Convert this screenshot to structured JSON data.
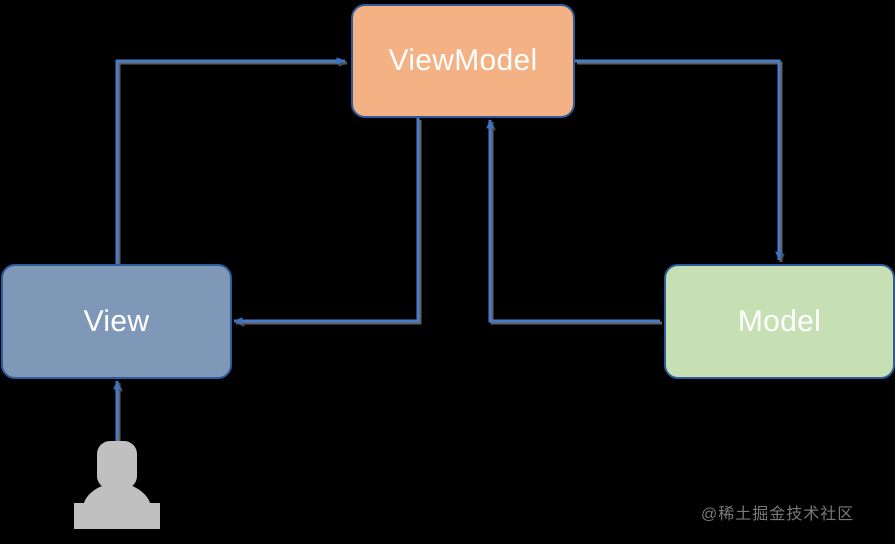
{
  "diagram": {
    "title": "MVVM architecture diagram",
    "background_color": "#000000",
    "edge_color": "#4a7bc8",
    "node_border_color": "#2e5b9e",
    "nodes": [
      {
        "id": "viewmodel",
        "label": "ViewModel",
        "fill_color": "#f4b183",
        "text_color": "#ffffff"
      },
      {
        "id": "view",
        "label": "View",
        "fill_color": "#8098b8",
        "text_color": "#ffffff"
      },
      {
        "id": "model",
        "label": "Model",
        "fill_color": "#c6e0b4",
        "text_color": "#ffffff"
      }
    ],
    "edges": [
      {
        "id": "view-to-viewmodel",
        "from": "view",
        "to": "viewmodel",
        "label": "",
        "arrowhead": "target"
      },
      {
        "id": "viewmodel-to-view",
        "from": "viewmodel",
        "to": "view",
        "label": "",
        "arrowhead": "target"
      },
      {
        "id": "viewmodel-to-model",
        "from": "viewmodel",
        "to": "model",
        "label": "",
        "arrowhead": "target"
      },
      {
        "id": "model-to-viewmodel",
        "from": "model",
        "to": "viewmodel",
        "label": "",
        "arrowhead": "target"
      },
      {
        "id": "user-to-view",
        "from": "user",
        "to": "view",
        "label": "",
        "arrowhead": "target"
      }
    ],
    "actor": {
      "id": "user",
      "icon": "person-icon",
      "label": "",
      "color": "#c0c0c0"
    }
  },
  "watermark": {
    "text": "@稀土掘金技术社区",
    "color": "#8e8e8e"
  }
}
